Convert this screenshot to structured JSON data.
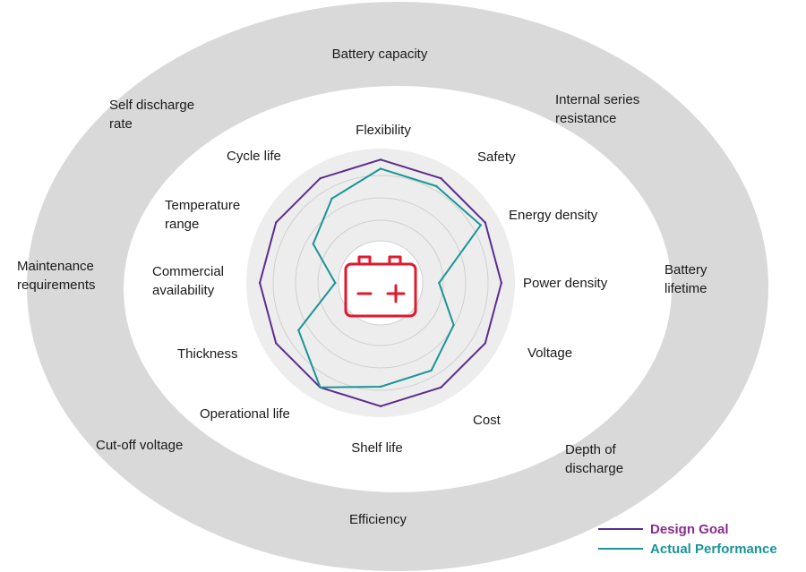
{
  "outer_ring": {
    "labels": [
      [
        "Battery capacity"
      ],
      [
        "Internal series",
        "resistance"
      ],
      [
        "Battery",
        "lifetime"
      ],
      [
        "Depth of",
        "discharge"
      ],
      [
        "Efficiency"
      ],
      [
        "Cut-off voltage"
      ],
      [
        "Maintenance",
        "requirements"
      ],
      [
        "Self discharge",
        "rate"
      ]
    ]
  },
  "radar": {
    "axes": [
      "Flexibility",
      "Safety",
      "Energy density",
      "Power density",
      "Voltage",
      "Cost",
      "Shelf life",
      "Operational life",
      "Thickness",
      "Commercial availability",
      "Temperature range",
      "Cycle life"
    ],
    "axis_labels": [
      [
        "Flexibility"
      ],
      [
        "Safety"
      ],
      [
        "Energy density"
      ],
      [
        "Power density"
      ],
      [
        "Voltage"
      ],
      [
        "Cost"
      ],
      [
        "Shelf life"
      ],
      [
        "Operational life"
      ],
      [
        "Thickness"
      ],
      [
        "Commercial",
        "availability"
      ],
      [
        "Temperature",
        "range"
      ],
      [
        "Cycle life"
      ]
    ],
    "series": [
      {
        "name": "Design Goal",
        "color": "#5b2d8e",
        "values": [
          0.95,
          0.93,
          0.93,
          0.93,
          0.93,
          0.93,
          0.95,
          0.93,
          0.93,
          0.93,
          0.93,
          0.93
        ]
      },
      {
        "name": "Actual Performance",
        "color": "#1a9596",
        "values": [
          0.88,
          0.86,
          0.89,
          0.45,
          0.65,
          0.78,
          0.8,
          0.93,
          0.73,
          0.35,
          0.6,
          0.75
        ]
      }
    ]
  },
  "legend": {
    "design_goal": "Design Goal",
    "actual_performance": "Actual Performance",
    "design_color": "#8a2d8e",
    "actual_color": "#1a9596"
  },
  "center_icon": {
    "name": "battery-icon",
    "color": "#e0192e"
  }
}
